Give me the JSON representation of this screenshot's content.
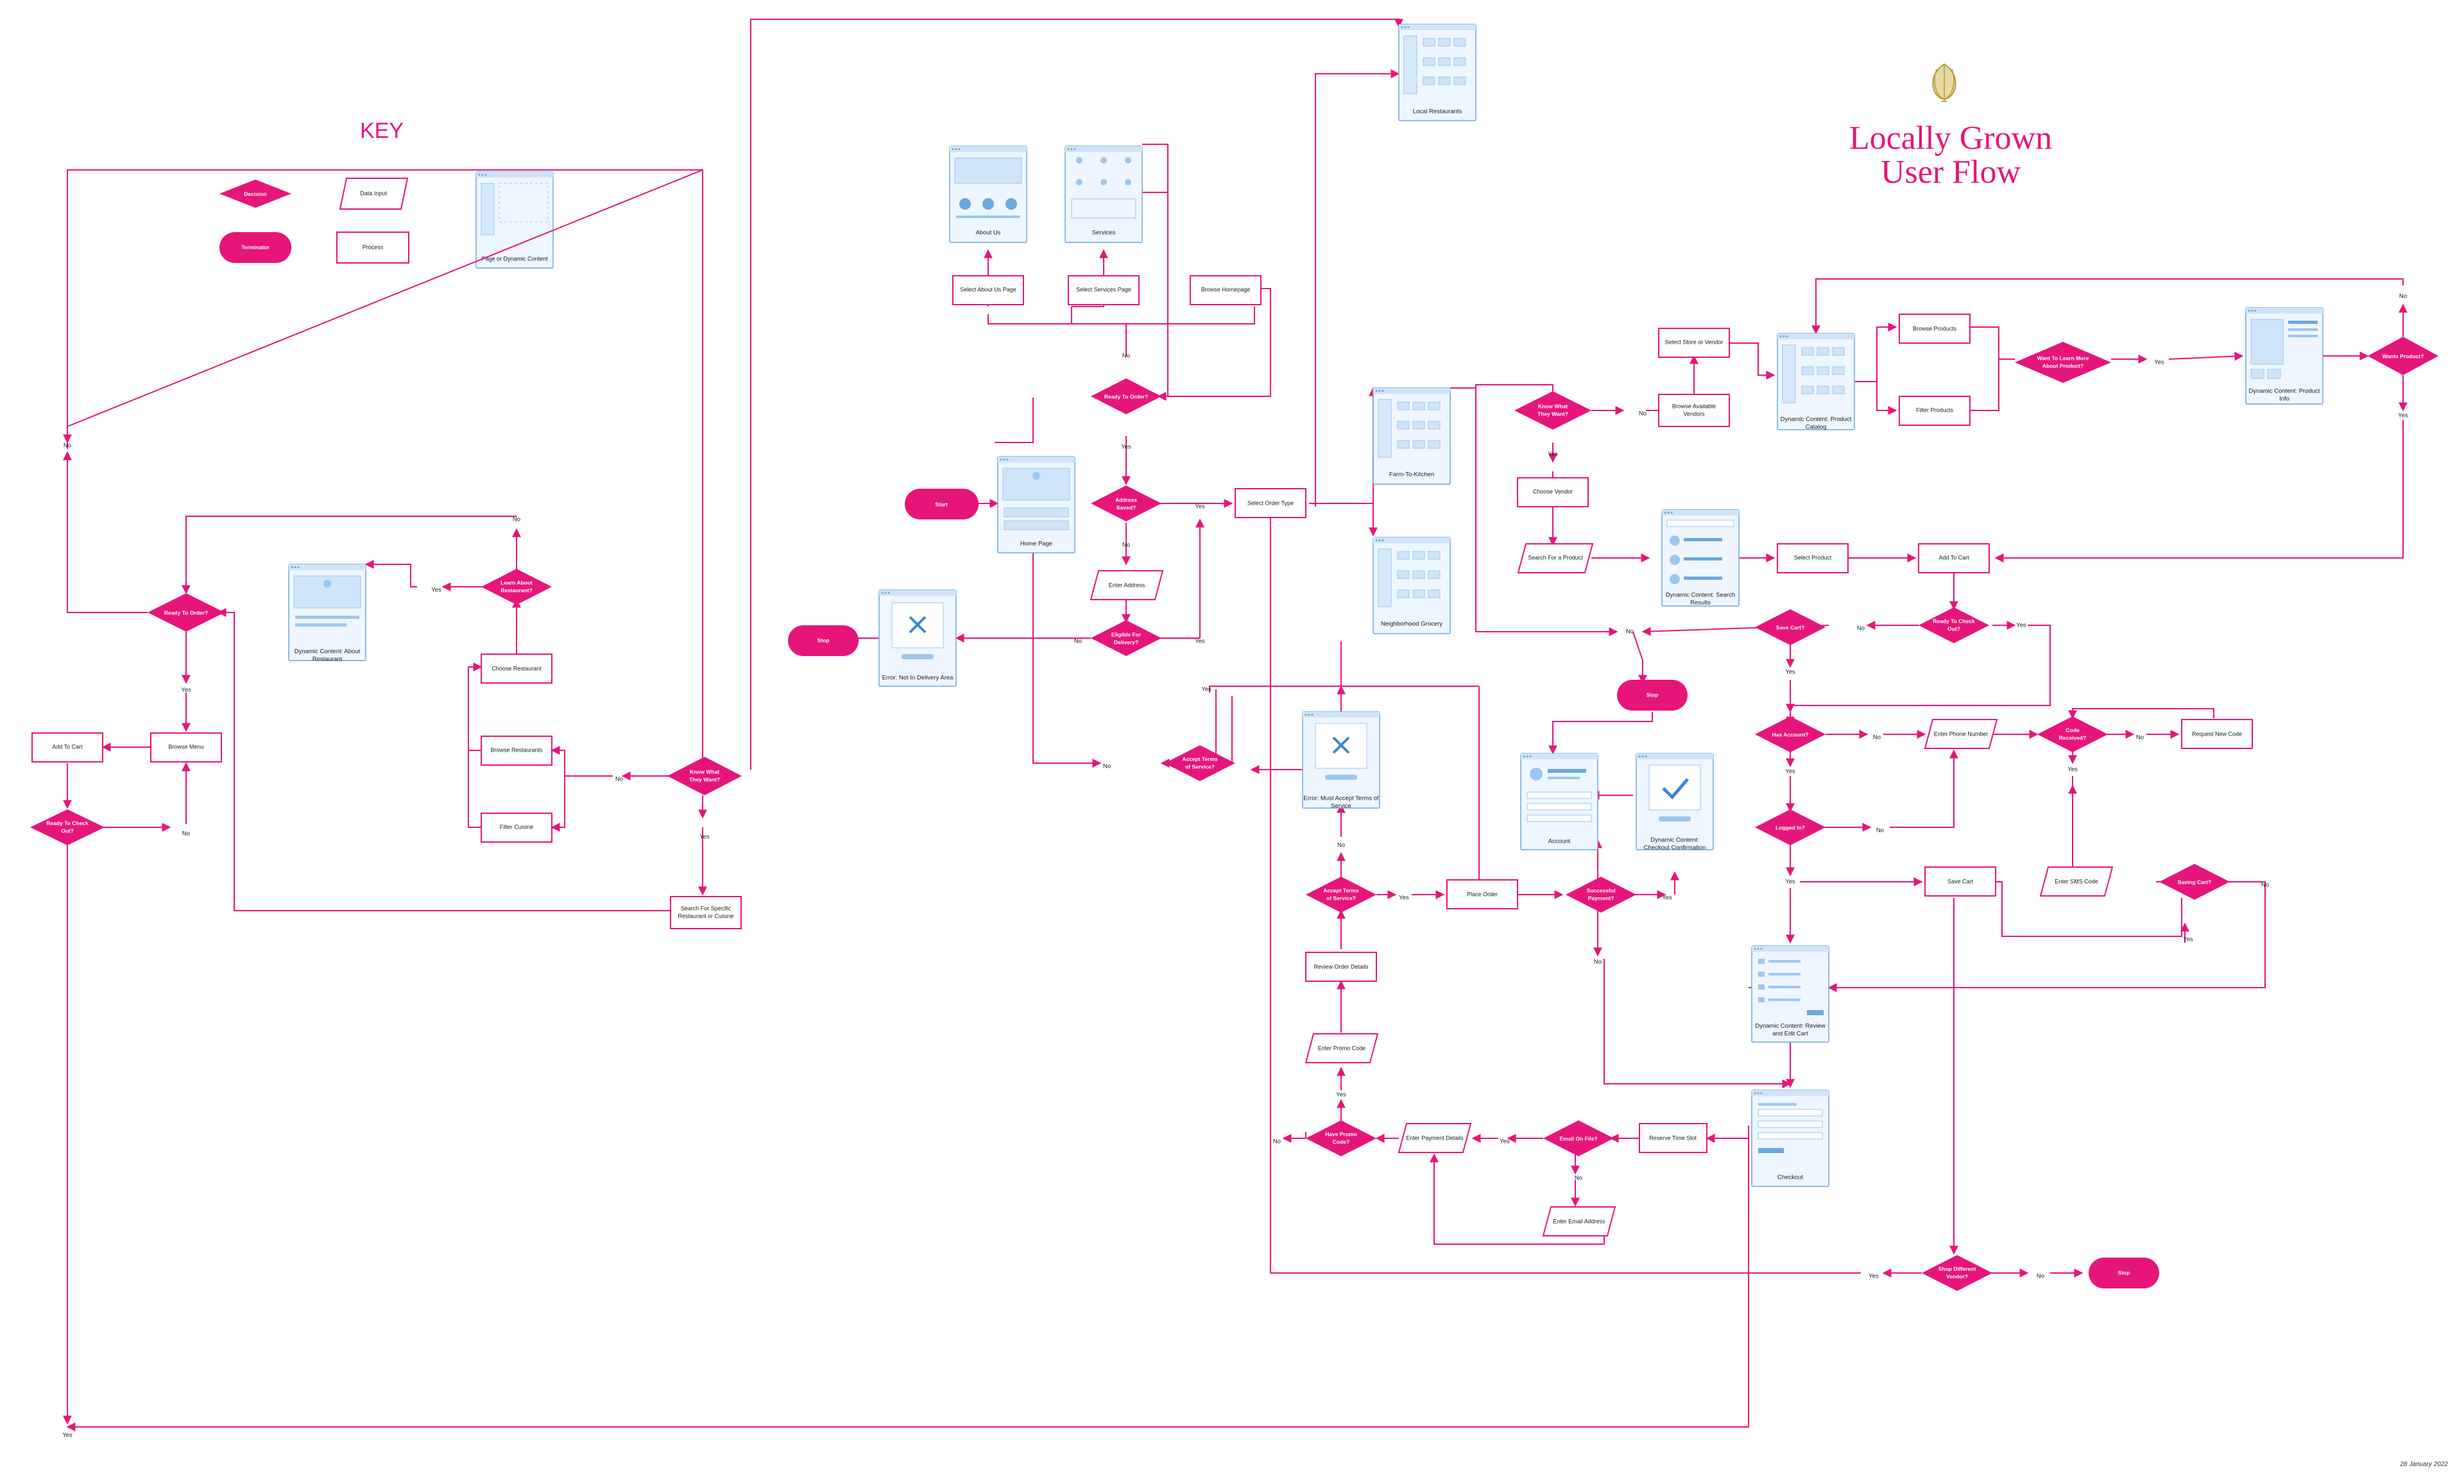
{
  "colors": {
    "accent": "#e6157a",
    "page_fill": "#eef6ff",
    "page_stroke": "#6aa8e0",
    "wire": "#9cc7f0"
  },
  "title": [
    "Locally Grown",
    "User Flow"
  ],
  "date": "28 January 2022",
  "key": {
    "heading": "KEY",
    "decision": "Decision",
    "data_input": "Data Input",
    "terminator": "Terminator",
    "process": "Process",
    "page": "Page or Dynamic Content"
  },
  "pages": {
    "local_restaurants": "Local Restaurants",
    "about_us": "About Us",
    "services": "Services",
    "home_page": "Home Page",
    "error_delivery": "Error: Not In Delivery Area",
    "farm_to_kitchen": "Farm-To-Kitchen",
    "neighborhood_grocery": "Neighborhood Grocery",
    "product_catalog": [
      "Dynamic Content: Product",
      "Catalog"
    ],
    "product_info": [
      "Dynamic Content: Product",
      "Info"
    ],
    "search_results": [
      "Dynamic Content: Search",
      "Results"
    ],
    "about_restaurant": [
      "Dynamic Content: About",
      "Restaurant"
    ],
    "error_terms": [
      "Error: Must Accept Terms of",
      "Service"
    ],
    "account": "Account",
    "checkout_confirmation": [
      "Dynamic Content:",
      "Checkout Confirmation"
    ],
    "review_edit_cart": [
      "Dynamic Content: Review",
      "and Edit Cart"
    ],
    "checkout": "Checkout"
  },
  "processes": {
    "select_about_us": "Select About Us Page",
    "select_services": "Select Services Page",
    "browse_homepage": "Browse Homepage",
    "select_order_type": "Select Order Type",
    "select_store_vendor": "Select Store or Vendor",
    "browse_vendors": [
      "Browse Available",
      "Vendors"
    ],
    "browse_products": "Browse Products",
    "filter_products": "Filter Products",
    "choose_vendor": "Choose Vendor",
    "select_product": "Select Product",
    "add_to_cart": "Add To Cart",
    "choose_restaurant": "Choose Restaurant",
    "browse_restaurants": "Browse Restaurants",
    "filter_cuisine": "Filter Cuisine",
    "search_restaurant": [
      "Search For Specific",
      "Restaurant or Cuisine"
    ],
    "browse_menu": "Browse Menu",
    "add_to_cart_2": "Add To Cart",
    "place_order": "Place Order",
    "review_order_details": "Review Order Details",
    "request_new_code": "Request New Code",
    "save_cart": "Save Cart",
    "reserve_time_slot": "Reserve Time Slot"
  },
  "inputs": {
    "enter_address": "Enter Address",
    "search_product": "Search For a Product",
    "enter_phone": "Enter Phone Number",
    "enter_sms": "Enter SMS Code",
    "enter_promo": "Enter Promo Code",
    "enter_payment": "Enter Payment Details",
    "enter_email": "Enter Email Address"
  },
  "decisions": {
    "ready_to_order_top": "Ready To Order?",
    "address_saved": [
      "Address",
      "Saved?"
    ],
    "eligible_delivery": [
      "Eligible For",
      "Delivery?"
    ],
    "accept_terms_1": [
      "Accept Terms",
      "of Service?"
    ],
    "accept_terms_2": [
      "Accept Terms",
      "of Service?"
    ],
    "know_what_they_want": [
      "Know What",
      "They Want?"
    ],
    "learn_more_product": [
      "Want To Learn More",
      "About Product?"
    ],
    "wants_product": "Wants Product?",
    "save_cart_q": "Save Cart?",
    "ready_checkout_right": [
      "Ready To Check",
      "Out?"
    ],
    "has_account": "Has Account?",
    "code_received": [
      "Code",
      "Received?"
    ],
    "logged_in": "Logged In?",
    "saving_cart": "Saving Cart?",
    "successful_payment": [
      "Successful",
      "Payment?"
    ],
    "email_on_file": "Email On File?",
    "have_promo": [
      "Have Promo",
      "Code?"
    ],
    "shop_different_vendor": [
      "Shop Different",
      "Vendor?"
    ],
    "learn_about_restaurant": [
      "Learn About",
      "Restaurant?"
    ],
    "ready_to_order_left": "Ready To Order?",
    "know_what_they_want_left": [
      "Know What",
      "They Want?"
    ],
    "ready_checkout_left": [
      "Ready To Check",
      "Out?"
    ]
  },
  "terminators": {
    "start": "Start",
    "stop_left": "Stop",
    "stop_mid": "Stop",
    "stop_right": "Stop"
  },
  "edge_labels": {
    "yes": "Yes",
    "no": "No"
  }
}
